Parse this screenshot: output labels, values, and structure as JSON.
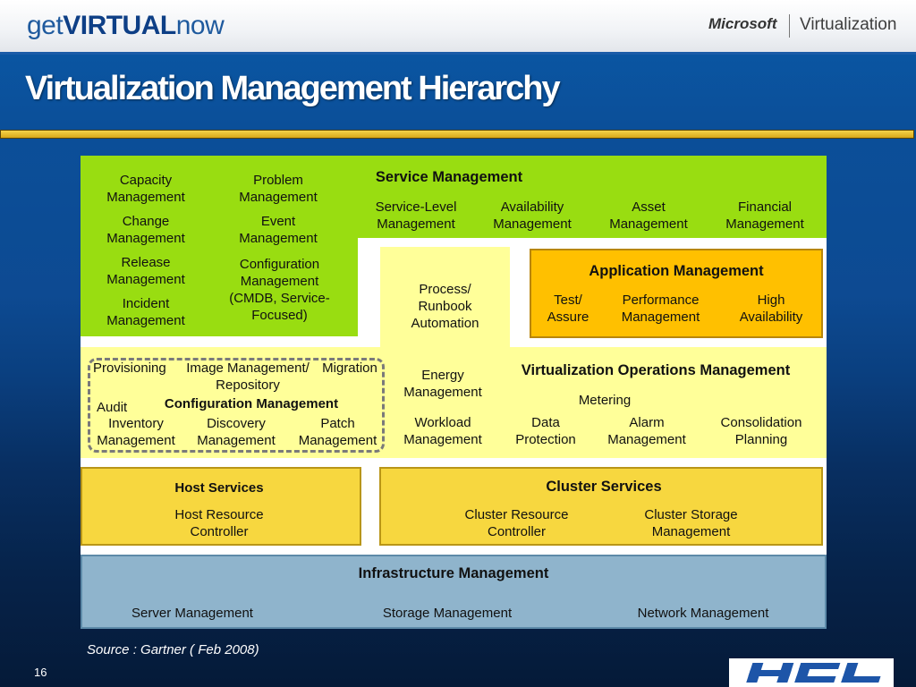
{
  "header": {
    "brand_prefix": "get",
    "brand_bold": "VIRTUAL",
    "brand_suffix": "now",
    "vendor": "Microsoft",
    "product": "Virtualization"
  },
  "title": "Virtualization Management Hierarchy",
  "diagram": {
    "green_left": [
      [
        "Capacity",
        "Management"
      ],
      [
        "Problem",
        "Management"
      ],
      [
        "Change",
        "Management"
      ],
      [
        "Event",
        "Management"
      ],
      [
        "Release",
        "Management"
      ],
      [
        "Configuration",
        "Management",
        "(CMDB, Service-",
        "Focused)"
      ],
      [
        "Incident",
        "Management"
      ]
    ],
    "service_management": {
      "heading": "Service Management",
      "items": [
        [
          "Service-Level",
          "Management"
        ],
        [
          "Availability",
          "Management"
        ],
        [
          "Asset",
          "Management"
        ],
        [
          "Financial",
          "Management"
        ]
      ]
    },
    "process_runbook": [
      "Process/",
      "Runbook",
      "Automation"
    ],
    "application_management": {
      "heading": "Application Management",
      "items": [
        [
          "Test/",
          "Assure"
        ],
        [
          "Performance",
          "Management"
        ],
        [
          "High",
          "Availability"
        ]
      ]
    },
    "configuration_management": {
      "heading": "Configuration Management",
      "provisioning": "Provisioning",
      "image_mgmt": [
        "Image Management/",
        "Repository"
      ],
      "migration": "Migration",
      "audit": "Audit",
      "inventory": [
        "Inventory",
        "Management"
      ],
      "discovery": [
        "Discovery",
        "Management"
      ],
      "patch": [
        "Patch",
        "Management"
      ]
    },
    "virtualization_ops": {
      "heading": "Virtualization Operations Management",
      "energy": [
        "Energy",
        "Management"
      ],
      "metering": "Metering",
      "workload": [
        "Workload",
        "Management"
      ],
      "data_protection": [
        "Data",
        "Protection"
      ],
      "alarm": [
        "Alarm",
        "Management"
      ],
      "consolidation": [
        "Consolidation",
        "Planning"
      ]
    },
    "host_services": {
      "heading": "Host Services",
      "item": [
        "Host Resource",
        "Controller"
      ]
    },
    "cluster_services": {
      "heading": "Cluster Services",
      "items": [
        [
          "Cluster Resource",
          "Controller"
        ],
        [
          "Cluster Storage",
          "Management"
        ]
      ]
    },
    "infrastructure": {
      "heading": "Infrastructure Management",
      "items": [
        "Server Management",
        "Storage Management",
        "Network Management"
      ]
    }
  },
  "source": "Source : Gartner ( Feb 2008)",
  "page_number": "16",
  "logo": "HCL",
  "colors": {
    "green": "#99dd11",
    "light_yellow": "#ffff99",
    "gold": "#f7d73f",
    "orange": "#ffc000",
    "blue_grey": "#8fb4cc",
    "title_bar_gold": "#f2c02c"
  }
}
